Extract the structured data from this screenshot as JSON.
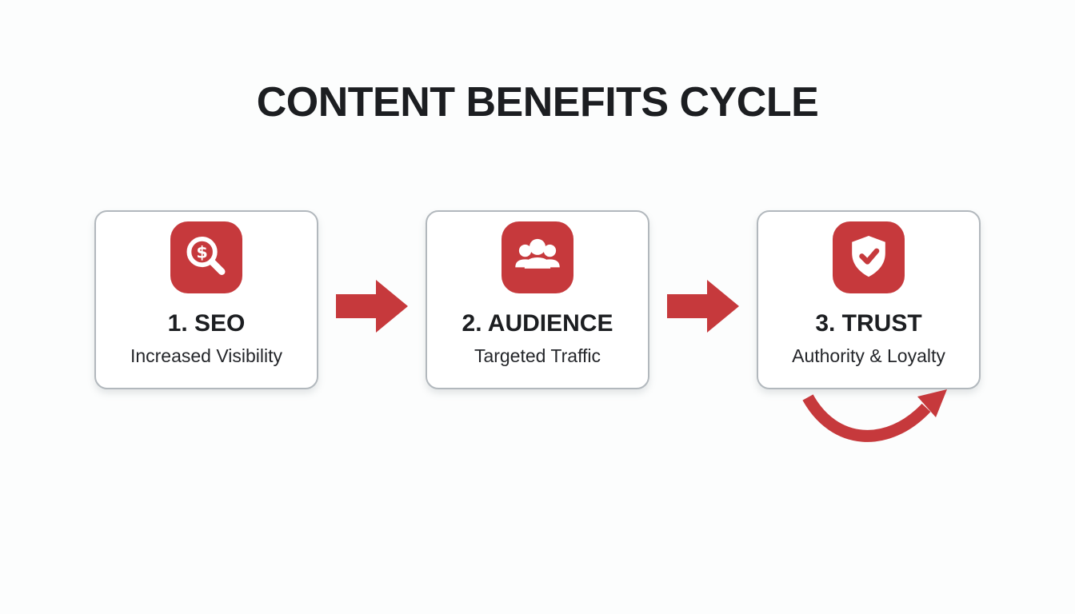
{
  "diagram": {
    "title": "CONTENT BENEFITS CYCLE",
    "steps": [
      {
        "label": "1. SEO",
        "subtitle": "Increased Visibility",
        "icon": "dollar-search-icon"
      },
      {
        "label": "2. AUDIENCE",
        "subtitle": "Targeted Traffic",
        "icon": "people-group-icon"
      },
      {
        "label": "3. TRUST",
        "subtitle": "Authority & Loyalty",
        "icon": "shield-check-icon"
      }
    ],
    "connectors": [
      {
        "type": "arrow-right",
        "between": "step 1 and step 2"
      },
      {
        "type": "arrow-right",
        "between": "step 2 and step 3"
      },
      {
        "type": "curved-cycle-arrow",
        "position": "below step 3"
      }
    ],
    "icon_dollar_sign": "$"
  },
  "colors": {
    "accent_red": "#c6393c",
    "card_border": "#b2b8bd",
    "title_text": "#1c1e21",
    "subtitle_text": "#24262a",
    "background": "#fcfdfd",
    "icon_glyph": "#ffffff"
  }
}
